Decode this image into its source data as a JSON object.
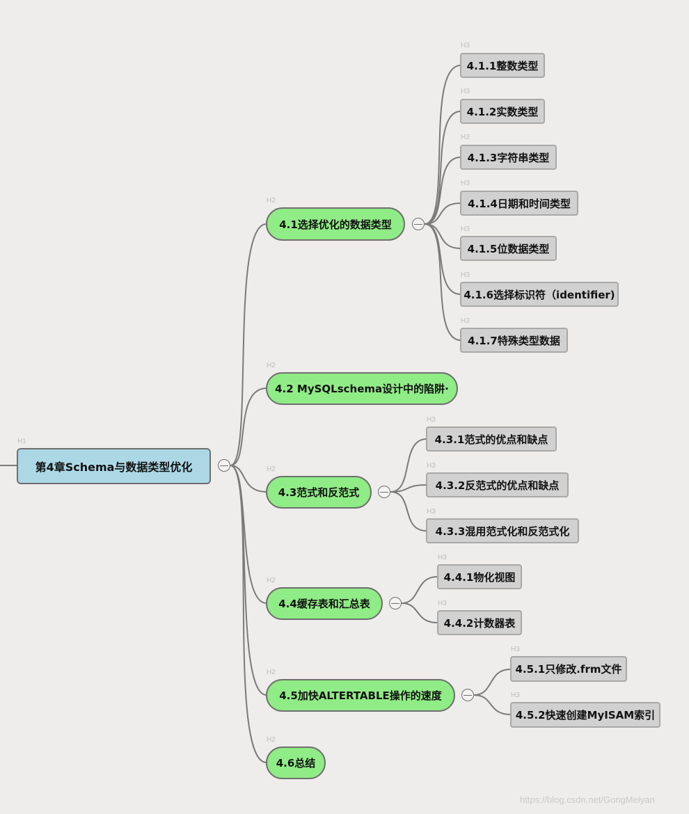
{
  "root": {
    "level": "H1",
    "label": "第4章Schema与数据类型优化"
  },
  "sections": [
    {
      "level": "H2",
      "label": "4.1选择优化的数据类型",
      "children": [
        {
          "level": "H3",
          "label": "4.1.1整数类型"
        },
        {
          "level": "H3",
          "label": "4.1.2实数类型"
        },
        {
          "level": "H3",
          "label": "4.1.3字符串类型"
        },
        {
          "level": "H3",
          "label": "4.1.4日期和时间类型"
        },
        {
          "level": "H3",
          "label": "4.1.5位数据类型"
        },
        {
          "level": "H3",
          "label": "4.1.6选择标识符（identifier)"
        },
        {
          "level": "H3",
          "label": "4.1.7特殊类型数据"
        }
      ]
    },
    {
      "level": "H2",
      "label": "4.2 MySQLschema设计中的陷阱·"
    },
    {
      "level": "H2",
      "label": "4.3范式和反范式",
      "children": [
        {
          "level": "H3",
          "label": "4.3.1范式的优点和缺点"
        },
        {
          "level": "H3",
          "label": "4.3.2反范式的优点和缺点"
        },
        {
          "level": "H3",
          "label": "4.3.3混用范式化和反范式化"
        }
      ]
    },
    {
      "level": "H2",
      "label": "4.4缓存表和汇总表",
      "children": [
        {
          "level": "H3",
          "label": "4.4.1物化视图"
        },
        {
          "level": "H3",
          "label": "4.4.2计数器表"
        }
      ]
    },
    {
      "level": "H2",
      "label": "4.5加快ALTERTABLE操作的速度",
      "children": [
        {
          "level": "H3",
          "label": "4.5.1只修改.frm文件"
        },
        {
          "level": "H3",
          "label": "4.5.2快速创建MyISAM索引"
        }
      ]
    },
    {
      "level": "H2",
      "label": "4.6总结"
    }
  ],
  "watermark": "https://blog.csdn.net/GongMeiyan",
  "colors": {
    "h1_fill": "#acd8e6",
    "h2_fill": "#90ec86",
    "h3_fill": "#d1d1d1",
    "edge": "#7a7a7a",
    "background": "#eeedeb"
  }
}
